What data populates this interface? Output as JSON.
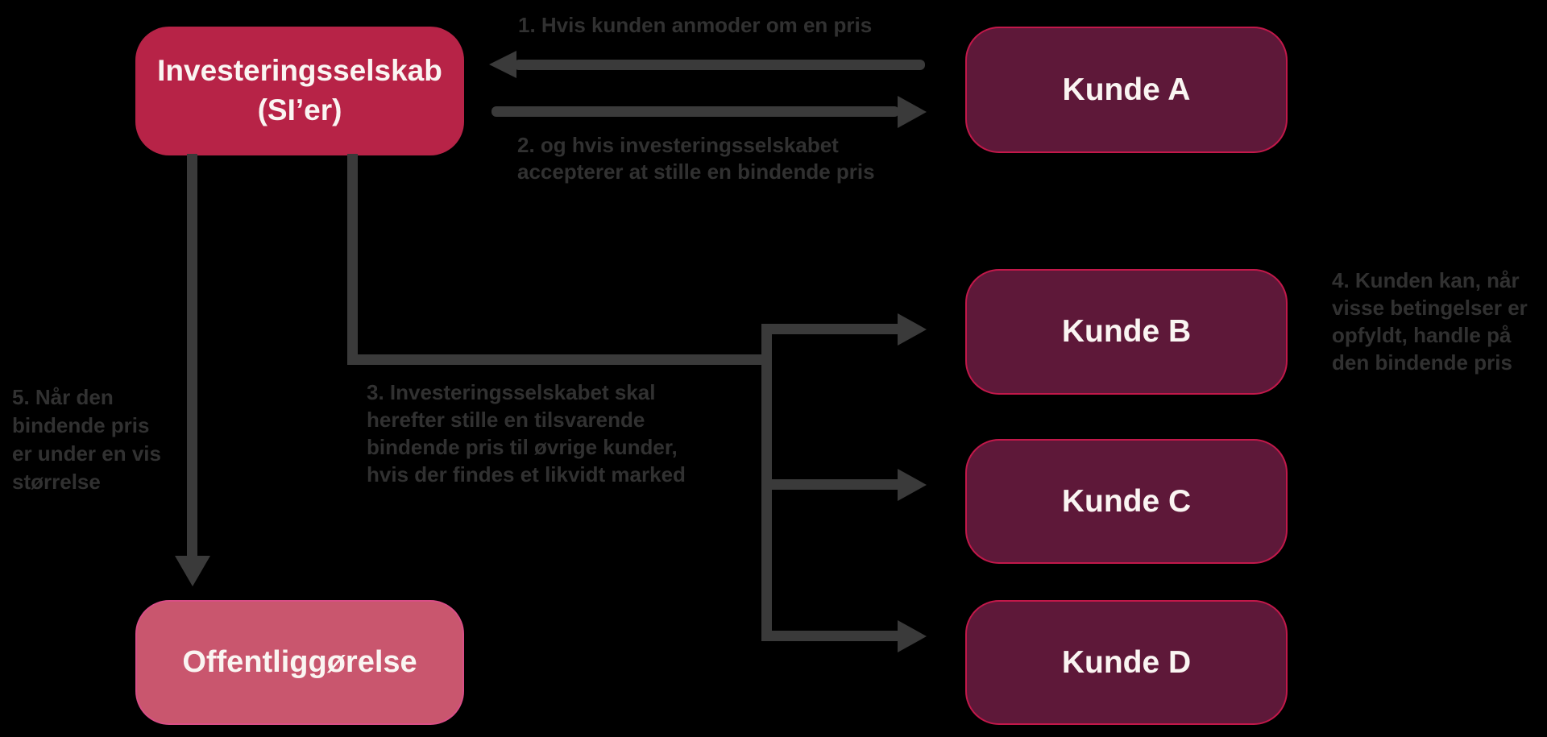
{
  "diagram": {
    "colors": {
      "background": "#000000",
      "primary_box": "#B72347",
      "customer_box": "#5E1839",
      "customer_box_edge": "#C2184A",
      "publication_box": "#C9566E",
      "publication_box_edge": "#D94E86",
      "connector": "#3A3A3A",
      "step_text": "#313131",
      "box_text": "#FAF5F2"
    },
    "nodes": {
      "investeringsselskab": {
        "lines": [
          "Investeringsselskab",
          "(SI’er)"
        ]
      },
      "kunde_a": {
        "label": "Kunde A"
      },
      "kunde_b": {
        "label": "Kunde B"
      },
      "kunde_c": {
        "label": "Kunde C"
      },
      "kunde_d": {
        "label": "Kunde D"
      },
      "offentliggoerelse": {
        "label": "Offentliggørelse"
      }
    },
    "steps": {
      "step1": {
        "lines": [
          "1. Hvis kunden anmoder om en pris"
        ]
      },
      "step2": {
        "lines": [
          "2. og hvis investeringsselskabet",
          "accepterer at stille en bindende pris"
        ]
      },
      "step3": {
        "lines": [
          "3. Investeringsselskabet skal",
          "herefter stille en tilsvarende",
          "bindende pris til øvrige kunder,",
          "hvis der findes et likvidt marked"
        ]
      },
      "step4": {
        "lines": [
          "4. Kunden kan, når",
          "visse betingelser er",
          "opfyldt, handle på",
          "den bindende pris"
        ]
      },
      "step5": {
        "lines": [
          "5. Når den",
          "bindende pris",
          "er under en vis",
          "størrelse"
        ]
      }
    }
  }
}
